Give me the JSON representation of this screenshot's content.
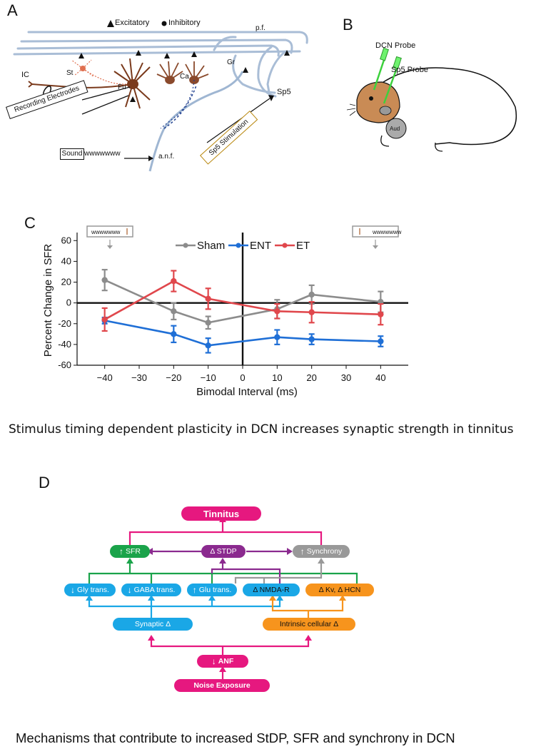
{
  "panel_a": {
    "letter": "A",
    "legend": {
      "excitatory": "Excitatory",
      "inhibitory": "Inhibitory"
    },
    "labels": {
      "pf": "p.f.",
      "st": "St",
      "gr": "Gr",
      "ca": "Ca",
      "fu": "Fu",
      "ic": "IC",
      "sp5": "Sp5",
      "anf": "a.n.f."
    },
    "boxes": {
      "recording": "Recording Electrodes",
      "sound": "Sound",
      "sp5_stim": "Sp5 Stimulation"
    },
    "colors": {
      "parallel_fibers": "#a9bdd6",
      "fusiform": "#7a3a1c",
      "cartwheel": "#8a4a2c",
      "stellate": "#e07050",
      "sp5_box_border": "#b8860b"
    }
  },
  "panel_b": {
    "letter": "B",
    "labels": {
      "dcn_probe": "DCN Probe",
      "sp5_probe": "Sp5 Probe",
      "aud": "Aud"
    },
    "colors": {
      "probe": "#3dd13d",
      "head": "#c98b55"
    }
  },
  "panel_c": {
    "letter": "C",
    "caption": "Stimulus timing dependent plasticity  in DCN increases synaptic strength in tinnitus"
  },
  "chart_data": {
    "type": "line",
    "title": "",
    "xlabel": "Bimodal Interval (ms)",
    "ylabel": "Percent Change in SFR",
    "x": [
      -40,
      -20,
      -10,
      10,
      20,
      40
    ],
    "xticks": [
      -40,
      -30,
      -20,
      -10,
      0,
      10,
      20,
      30,
      40
    ],
    "yticks": [
      60,
      40,
      20,
      0,
      -20,
      -40,
      -60
    ],
    "xlim": [
      -48,
      48
    ],
    "ylim": [
      -60,
      65
    ],
    "legend_position": "top",
    "series": [
      {
        "name": "Sham",
        "color": "#8c8c8c",
        "values": [
          22,
          -8,
          -19,
          -6,
          8,
          1
        ],
        "errors": [
          10,
          8,
          6,
          9,
          9,
          10
        ]
      },
      {
        "name": "ENT",
        "color": "#1f6fd6",
        "values": [
          -17,
          -30,
          -41,
          -33,
          -35,
          -37
        ],
        "errors": [
          3,
          8,
          7,
          7,
          5,
          5
        ]
      },
      {
        "name": "ET",
        "color": "#e0474c",
        "values": [
          -16,
          21,
          4,
          -8,
          -9,
          -11
        ],
        "errors": [
          11,
          10,
          10,
          7,
          10,
          10
        ]
      }
    ]
  },
  "panel_d": {
    "letter": "D",
    "caption": "Mechanisms that contribute to increased StDP, SFR and synchrony in DCN",
    "nodes": {
      "tinnitus": "Tinnitus",
      "sfr": "SFR",
      "stdp": "Δ STDP",
      "synchrony": "Synchrony",
      "gly": "Gly trans.",
      "gaba": "GABA trans.",
      "glu": "Glu trans.",
      "nmda": "Δ NMDA-R",
      "kv": "Δ Kv, Δ HCN",
      "synaptic": "Synaptic Δ",
      "intrinsic": "Intrinsic cellular Δ",
      "anf": "ANF",
      "noise": "Noise Exposure"
    },
    "colors": {
      "magenta": "#e6187f",
      "green": "#1aa34a",
      "purple": "#8b2a8f",
      "gray": "#999999",
      "blue": "#1aa7e6",
      "orange": "#f7941d"
    }
  }
}
